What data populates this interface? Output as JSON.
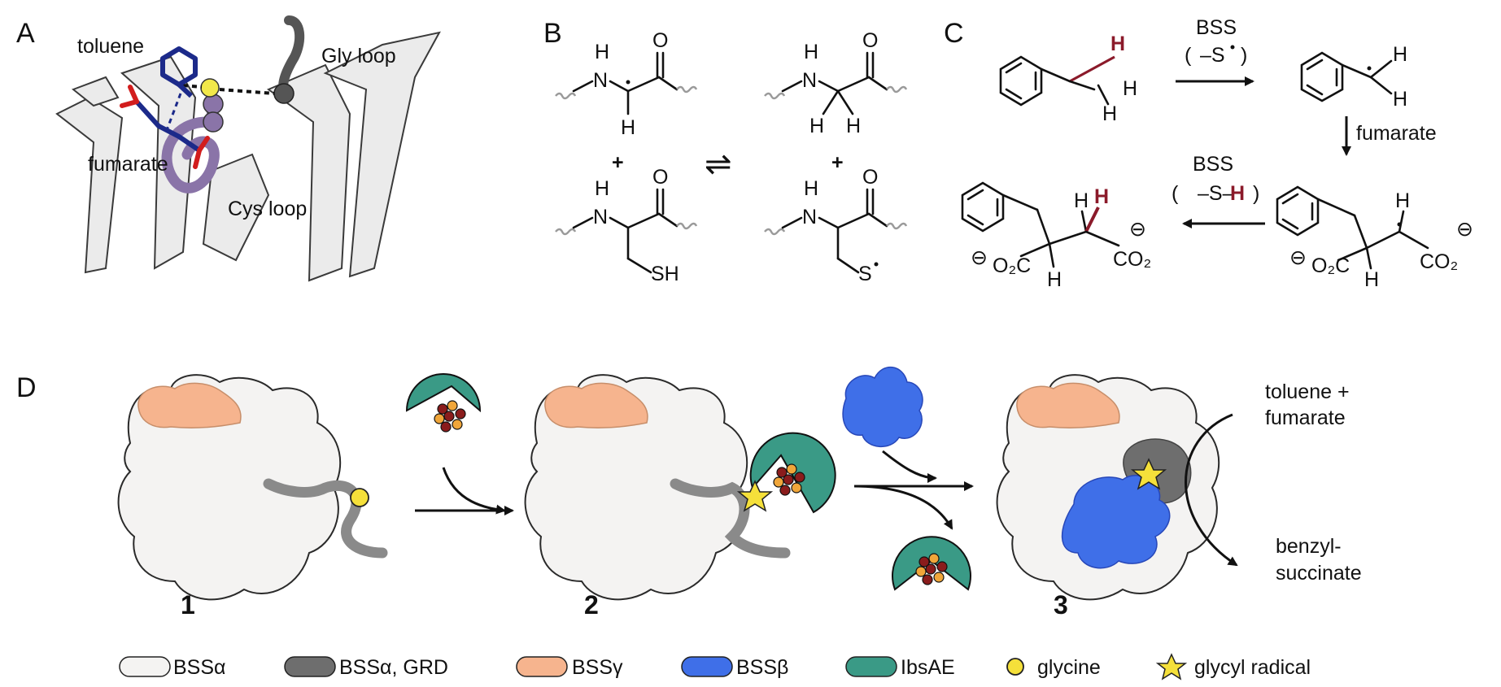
{
  "panels": {
    "A": {
      "letter": "A",
      "labels": {
        "toluene": "toluene",
        "gly_loop": "Gly loop",
        "fumarate": "fumarate",
        "cys_loop": "Cys loop"
      },
      "colors": {
        "toluene": "#1c2a8a",
        "fumarate_o": "#d21d1d",
        "cys_loop": "#8a74a8",
        "gly": "#555555",
        "sulfur": "#f2e84a",
        "ribbon": "#e9e9e9"
      }
    },
    "B": {
      "letter": "B",
      "left_top": {
        "nh": "N",
        "h_top": "H",
        "o": "O",
        "h_bottom": "H"
      },
      "left_bottom": {
        "nh": "N",
        "h_top": "H",
        "o": "O",
        "sh": "SH"
      },
      "right_top": {
        "nh": "N",
        "h_top": "H",
        "o": "O",
        "h1": "H",
        "h2": "H"
      },
      "right_bottom": {
        "nh": "N",
        "h_top": "H",
        "o": "O",
        "s_radical": "S"
      },
      "plus": "+",
      "equilibrium": "⇌"
    },
    "C": {
      "letter": "C",
      "step1_enzyme": "BSS",
      "step1_cofactor_open": "(",
      "step1_cofactor": "–S",
      "step1_cofactor_close": ")",
      "step2_reagent": "fumarate",
      "step3_enzyme": "BSS",
      "step3_cofactor_open": "(",
      "step3_cofactor_s": "–S–",
      "step3_cofactor_h": "H",
      "step3_cofactor_close": ")",
      "h": "H",
      "co2_left": "O₂C",
      "co2_right": "CO₂",
      "minus": "⊖"
    },
    "D": {
      "letter": "D",
      "state_numbers": [
        "1",
        "2",
        "3"
      ],
      "labels": {
        "substrates": [
          "toluene +",
          "fumarate"
        ],
        "product": [
          "benzyl-",
          "succinate"
        ]
      }
    }
  },
  "legend": [
    {
      "label": "BSSα",
      "color": "#f4f3f2",
      "shape": "pill"
    },
    {
      "label": "BSSα, GRD",
      "color": "#6e6e6e",
      "shape": "pill"
    },
    {
      "label": "BSSγ",
      "color": "#f6b48e",
      "shape": "pill"
    },
    {
      "label": "BSSβ",
      "color": "#3f6fe8",
      "shape": "pill"
    },
    {
      "label": "IbsAE",
      "color": "#3a9a86",
      "shape": "pill"
    },
    {
      "label": "glycine",
      "color": "#f5e03a",
      "shape": "circle"
    },
    {
      "label": "glycyl radical",
      "color": "#f5e03a",
      "shape": "star"
    }
  ],
  "icon_names": [
    "fe-s-cluster-icon",
    "glycine-icon",
    "glycyl-radical-star-icon",
    "reaction-arrow-icon"
  ]
}
